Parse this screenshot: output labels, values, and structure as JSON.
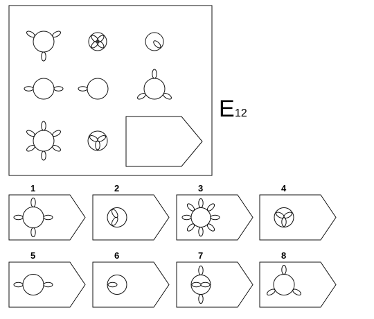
{
  "puzzle": {
    "title": "E",
    "title_sub": "12",
    "matrix": [
      {
        "lobes": [
          90,
          210,
          330
        ],
        "lobe_style": "out",
        "r": 15
      },
      {
        "lobes": [
          45,
          135,
          225,
          315
        ],
        "lobe_style": "in",
        "r": 13
      },
      {
        "lobes": [
          45
        ],
        "lobe_style": "in",
        "r": 13
      },
      {
        "lobes": [
          0,
          180
        ],
        "lobe_style": "out",
        "r": 15
      },
      {
        "lobes": [
          180
        ],
        "lobe_style": "out",
        "r": 15
      },
      {
        "lobes": [
          30,
          150,
          270
        ],
        "lobe_style": "out",
        "r": 15
      },
      {
        "lobes": [
          30,
          90,
          150,
          210,
          270,
          330
        ],
        "lobe_style": "out",
        "r": 15
      },
      {
        "lobes": [
          210,
          330,
          90
        ],
        "lobe_style": "in",
        "r": 14
      }
    ],
    "options": [
      {
        "label": "1",
        "lobes": [
          0,
          90,
          180,
          270
        ],
        "lobe_style": "out",
        "r": 15
      },
      {
        "label": "2",
        "lobes": [
          120,
          240
        ],
        "lobe_style": "in",
        "r": 14
      },
      {
        "label": "3",
        "lobes": [
          0,
          45,
          90,
          135,
          180,
          225,
          270,
          315
        ],
        "lobe_style": "out",
        "r": 14
      },
      {
        "label": "4",
        "lobes": [
          90,
          210,
          330
        ],
        "lobe_style": "in",
        "r": 14
      },
      {
        "label": "5",
        "lobes": [
          0,
          180
        ],
        "lobe_style": "out",
        "r": 15
      },
      {
        "label": "6",
        "lobes": [
          180,
          0
        ],
        "lobe_style": "mixed",
        "r": 14
      },
      {
        "label": "7",
        "lobes": [
          90,
          0,
          180,
          270
        ],
        "lobe_style": "mixedcross",
        "r": 14
      },
      {
        "label": "8",
        "lobes": [
          30,
          150,
          270
        ],
        "lobe_style": "out",
        "r": 15
      }
    ]
  }
}
